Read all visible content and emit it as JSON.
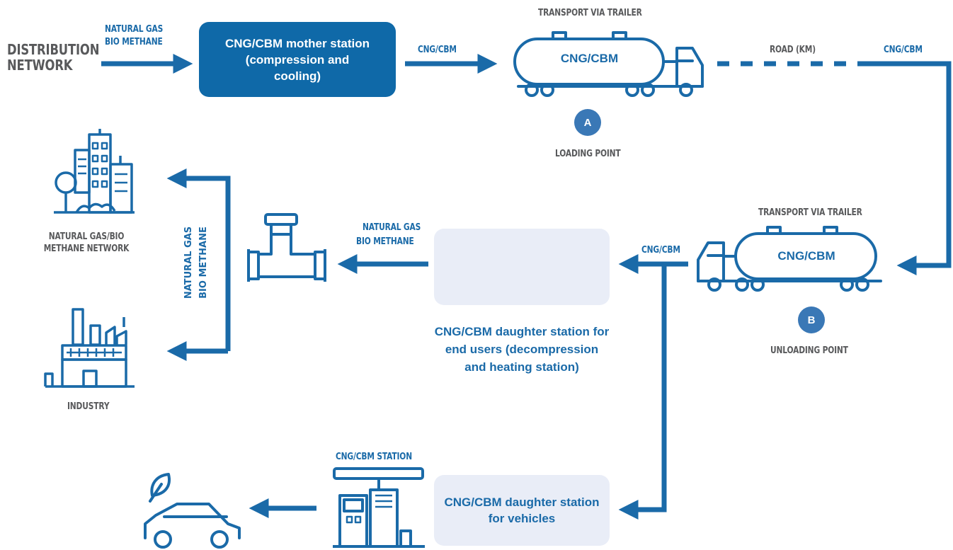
{
  "labels": {
    "distribution_network": "DISTRIBUTION NETWORK",
    "input_gas_1": "NATURAL GAS",
    "input_gas_2": "BIO METHANE",
    "mother_station": "CNG/CBM mother station (compression and cooling)",
    "cng_cbm_out": "CNG/CBM",
    "transport_top": "TRANSPORT VIA TRAILER",
    "tank_top": "CNG/CBM",
    "road": "ROAD (KM)",
    "cng_cbm_right": "CNG/CBM",
    "badge_a": "A",
    "loading_point": "LOADING POINT",
    "transport_bottom": "TRANSPORT VIA TRAILER",
    "tank_bottom": "CNG/CBM",
    "badge_b": "B",
    "unloading_point": "UNLOADING POINT",
    "cng_cbm_mid": "CNG/CBM",
    "daughter_end_users": "CNG/CBM daughter station for end users (decompression and heating station)",
    "mid_gas_1": "NATURAL GAS",
    "mid_gas_2": "BIO METHANE",
    "vertical_gas_1": "NATURAL GAS",
    "vertical_gas_2": "BIO METHANE",
    "network_label": "NATURAL GAS/BIO METHANE NETWORK",
    "industry": "INDUSTRY",
    "cng_station": "CNG/CBM STATION",
    "daughter_vehicles": "CNG/CBM daughter station for vehicles"
  },
  "colors": {
    "primary": "#1a6aa8",
    "dark_box": "#0f69a8",
    "light_box": "#e9edf7",
    "grey_text": "#58595b",
    "badge": "#3a78b6"
  },
  "icons": [
    "city-buildings-icon",
    "factory-icon",
    "pipe-valve-icon",
    "process-schematic-icon",
    "tanker-truck-icon",
    "fuel-station-icon",
    "eco-car-icon"
  ]
}
